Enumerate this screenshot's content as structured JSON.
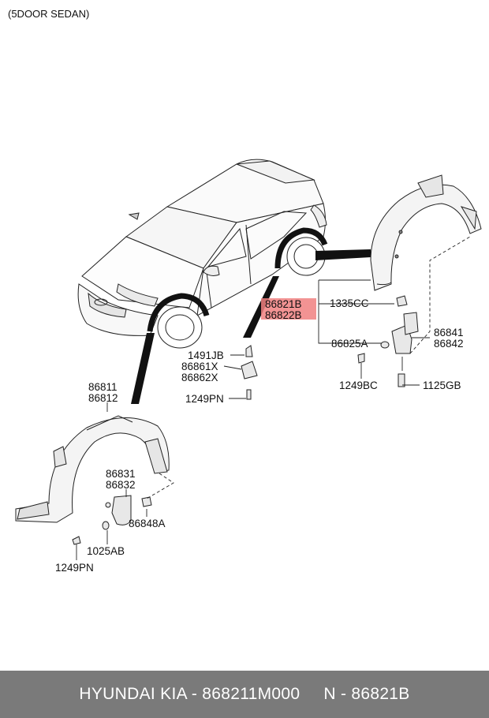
{
  "header": {
    "variant": "(5DOOR SEDAN)"
  },
  "labels": {
    "p86811": "86811",
    "p86812": "86812",
    "p86831": "86831",
    "p86832": "86832",
    "p86848A": "86848A",
    "p1025AB": "1025AB",
    "p1249PN_front": "1249PN",
    "p1491JB": "1491JB",
    "p86861X": "86861X",
    "p86862X": "86862X",
    "p1249PN_mid": "1249PN",
    "p86821B": "86821B",
    "p86822B": "86822B",
    "p1335CC": "1335CC",
    "p86825A": "86825A",
    "p86841": "86841",
    "p86842": "86842",
    "p1249BC": "1249BC",
    "p1125GB": "1125GB"
  },
  "highlight": {
    "part": "86821B/86822B",
    "color": "#f08080"
  },
  "footer": {
    "brand_part": "HYUNDAI KIA - 868211M000",
    "ref": "N - 86821B"
  }
}
